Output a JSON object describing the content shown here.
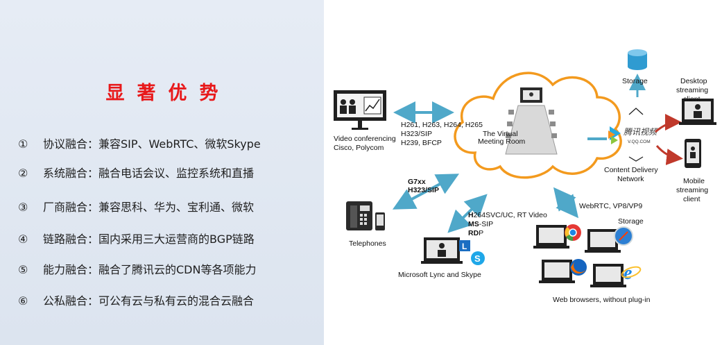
{
  "panel": {
    "title": "显著优势",
    "items": [
      {
        "num": "①",
        "text": "协议融合：兼容SIP、WebRTC、微软Skype"
      },
      {
        "num": "②",
        "text": "系统融合：融合电话会议、监控系统和直播"
      },
      {
        "num": "③",
        "text": "厂商融合：兼容思科、华为、宝利通、微软"
      },
      {
        "num": "④",
        "text": "链路融合：国内采用三大运营商的BGP链路"
      },
      {
        "num": "⑤",
        "text": "能力融合：融合了腾讯云的CDN等各项能力"
      },
      {
        "num": "⑥",
        "text": "公私融合：可公有云与私有云的混合云融合"
      }
    ]
  },
  "diagram": {
    "video_conf": {
      "line1": "Video conferencing",
      "line2": "Cisco, Polycom"
    },
    "video_protocols": [
      "H261, H263, H264, H265",
      "H323/SIP",
      "H239, BFCP"
    ],
    "room_label": {
      "line1": "The Virtual",
      "line2": "Meeting Room"
    },
    "phone_protocols": [
      "G7xx",
      "H323/SIP"
    ],
    "telephones": "Telephones",
    "lync_protocols": [
      {
        "bold": "H",
        "rest": "264SVC/UC, RT Video"
      },
      {
        "bold": "MS",
        "rest": "-SIP"
      },
      {
        "bold": "RD",
        "rest": "P"
      }
    ],
    "lync_label": "Microsoft Lync and Skype",
    "webrtc_label": "WebRTC, VP8/VP9",
    "browser_storage": "Storage",
    "browsers_label": "Web browsers, without plug-in",
    "tencent_logo": "腾讯视频",
    "tencent_url": "V.QQ.COM",
    "storage_label": "Storage",
    "cdn": {
      "line1": "Content Delivery",
      "line2": "Network"
    },
    "desktop": {
      "line1": "Desktop",
      "line2": "streaming",
      "line3": "client"
    },
    "mobile": {
      "line1": "Mobile",
      "line2": "streaming",
      "line3": "client"
    }
  },
  "colors": {
    "title": "#e8191b",
    "cloud_stroke": "#f39a1e",
    "arrow": "#4fa8c9",
    "red_arrow": "#c0392b",
    "panel_bg": "#e2e9f3"
  }
}
